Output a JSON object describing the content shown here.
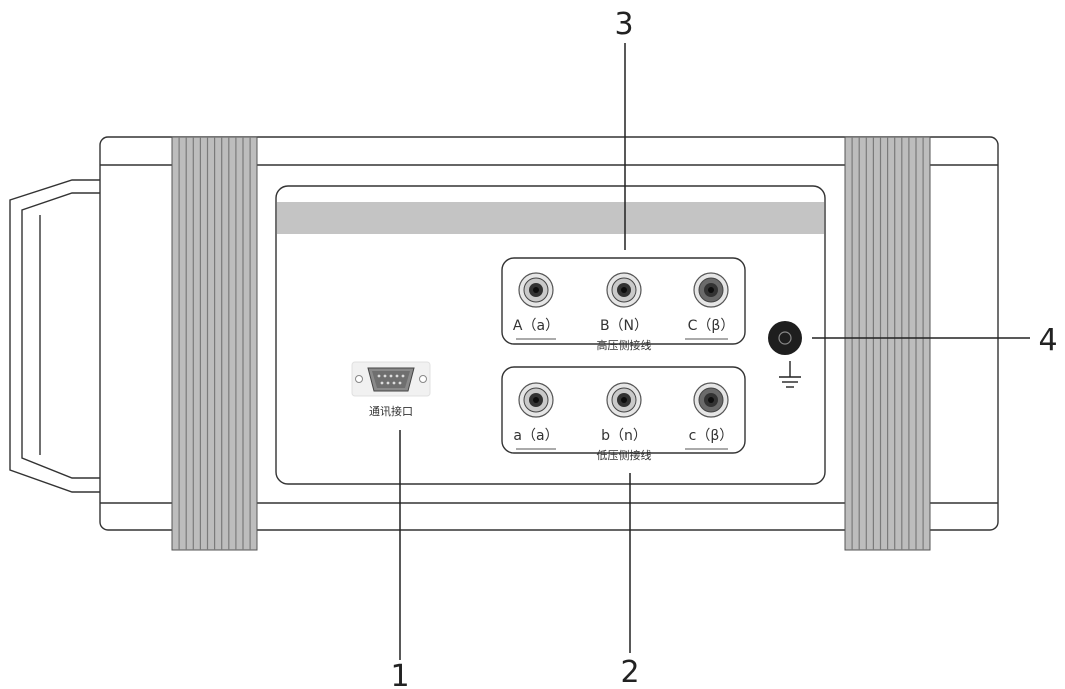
{
  "callouts": {
    "c1": "1",
    "c2": "2",
    "c3": "3",
    "c4": "4"
  },
  "comm_port": {
    "label": "通讯接口"
  },
  "high_voltage": {
    "group_label": "高压侧接线",
    "terminals": [
      {
        "label": "A（a）"
      },
      {
        "label": "B（N）"
      },
      {
        "label": "C（β）"
      }
    ]
  },
  "low_voltage": {
    "group_label": "低压侧接线",
    "terminals": [
      {
        "label": "a（a）"
      },
      {
        "label": "b（n）"
      },
      {
        "label": "c（β）"
      }
    ]
  },
  "colors": {
    "outline": "#333333",
    "grip": "#b9b9b9",
    "grip_line": "#7a7a7a",
    "band": "#bdbdbd",
    "ground_post": "#1e1e1e"
  },
  "icons": {
    "comm_port_icon": "db9-connector-icon",
    "ground_icon": "ground-symbol-icon",
    "terminal_icon": "banana-jack-icon"
  }
}
